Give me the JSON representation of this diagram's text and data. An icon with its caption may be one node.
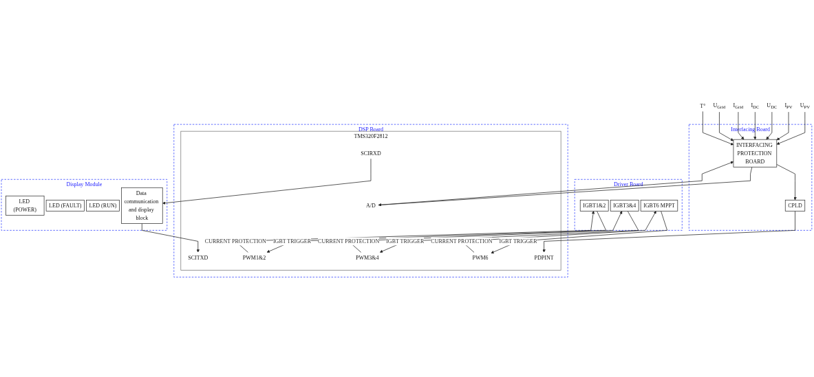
{
  "diagram": {
    "nodes": [
      {
        "text": [
          "U$_{PV}$"
        ]
      },
      {
        "text": [
          "I$_{PV}$"
        ]
      },
      {
        "text": [
          "U$_{DC}$"
        ]
      },
      {
        "text": [
          "I$_{DC}$"
        ]
      },
      {
        "text": [
          "I$_{Grid}$"
        ]
      },
      {
        "text": [
          "U$_{Grid}$"
        ]
      },
      {
        "text": [
          "T°"
        ]
      },
      {
        "text": [
          "Interfacing Board"
        ]
      },
      {
        "text": [
          "INTERFACING PROTECTION BOARD"
        ],
        "in": 7
      },
      {
        "text": [
          "CPLD"
        ],
        "in": 7
      },
      {
        "text": [
          "Driver Board"
        ]
      },
      {
        "text": [
          "IGBT1&2"
        ],
        "in": 10
      },
      {
        "text": [
          "IGBT3&4"
        ],
        "in": 10
      },
      {
        "text": [
          "IGBT6 MPPT"
        ],
        "in": 10
      },
      {
        "text": [
          "DSP Board"
        ]
      },
      {
        "text": [
          "TMS320F2812"
        ],
        "in": 14
      },
      {
        "text": [
          "A/D"
        ],
        "in": 15
      },
      {
        "text": [
          "PWM1&2"
        ],
        "in": 15
      },
      {
        "text": [
          "PDPINT"
        ],
        "in": 15
      },
      {
        "text": [
          "PWM3&4"
        ],
        "in": 15
      },
      {
        "text": [
          "SCITXD"
        ],
        "in": 15
      },
      {
        "text": [
          "SCIRXD"
        ],
        "in": 15
      },
      {
        "text": [
          "PWM6"
        ],
        "in": 15
      },
      {
        "text": [
          "Display Module"
        ]
      },
      {
        "text": [
          "Data communication and display block"
        ],
        "in": 23
      },
      {
        "text": [
          "LED (POWER)"
        ],
        "in": 23
      },
      {
        "text": [
          "LED (FAULT)"
        ],
        "in": 23
      },
      {
        "text": [
          "LED (RUN)"
        ],
        "in": 23
      }
    ],
    "edges": [
      {
        "from": 0,
        "to": 8,
        "arrow": "to"
      },
      {
        "from": 1,
        "to": 8,
        "arrow": "to"
      },
      {
        "from": 2,
        "to": 8,
        "arrow": "to"
      },
      {
        "from": 3,
        "to": 8,
        "arrow": "to"
      },
      {
        "from": 4,
        "to": 8,
        "arrow": "to"
      },
      {
        "from": 5,
        "to": 8,
        "arrow": "to"
      },
      {
        "from": 6,
        "to": 8,
        "arrow": "to"
      },
      {
        "from": 8,
        "to": 9,
        "arrow": "to"
      },
      {
        "from": 8,
        "to": 16,
        "arrow": "to"
      },
      {
        "from": 16,
        "to": 8,
        "arrow": "to"
      },
      {
        "from": 9,
        "to": 18,
        "arrow": "to"
      },
      {
        "from": 17,
        "to": 11,
        "label": "CURRENT PROTECTION",
        "arrow": "to"
      },
      {
        "from": 11,
        "to": 17,
        "label": "IGBT TRIGGER",
        "arrow": "to"
      },
      {
        "from": 19,
        "to": 12,
        "label": "CURRENT PROTECTION",
        "arrow": "to"
      },
      {
        "from": 12,
        "to": 19,
        "label": "IGBT TRIGGER",
        "arrow": "to"
      },
      {
        "from": 22,
        "to": 13,
        "label": "CURRENT PROTECTION",
        "arrow": "to"
      },
      {
        "from": 13,
        "to": 22,
        "label": "IGBT TRIGGER",
        "arrow": "to"
      },
      {
        "from": 24,
        "to": 20,
        "arrow": "to"
      },
      {
        "from": 21,
        "to": 24,
        "arrow": "to"
      }
    ]
  }
}
